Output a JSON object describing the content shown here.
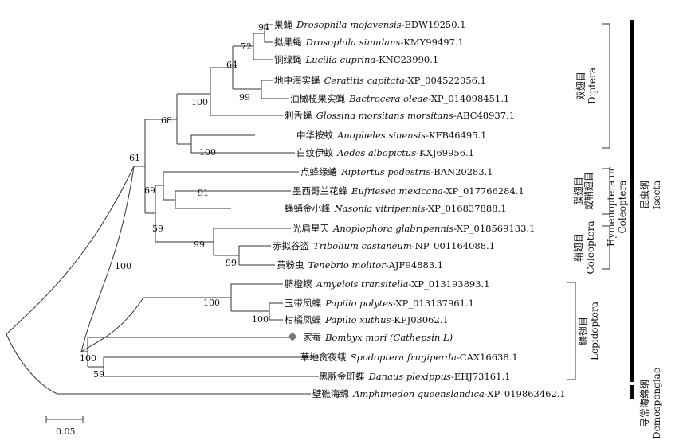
{
  "chart_data": {
    "type": "tree",
    "scale_bar": {
      "label": "0.05"
    },
    "leaves": [
      {
        "cn": "果蝇",
        "sp": "Drosophila mojavensis",
        "acc": "-EDW19250.1"
      },
      {
        "cn": "拟果蝇",
        "sp": "Drosophila simulans",
        "acc": "-KMY99497.1"
      },
      {
        "cn": "铜绿蝇",
        "sp": "Lucilia cuprina",
        "acc": "-KNC23990.1"
      },
      {
        "cn": "地中海实蝇",
        "sp": "Ceratitis capitata",
        "acc": "-XP_004522056.1"
      },
      {
        "cn": "油橄榄果实蝇",
        "sp": "Bactrocera oleae",
        "acc": "-XP_014098451.1"
      },
      {
        "cn": "刺舌蝇",
        "sp": "Glossina morsitans morsitans",
        "acc": "-ABC48937.1"
      },
      {
        "cn": "中华按蚊",
        "sp": "Anopheles sinensis",
        "acc": "-KFB46495.1"
      },
      {
        "cn": "白纹伊蚊",
        "sp": "Aedes albopictus",
        "acc": "-KXJ69956.1"
      },
      {
        "cn": "点蜂缘蝽",
        "sp": "Riptortus pedestris",
        "acc": "-BAN20283.1"
      },
      {
        "cn": "墨西哥兰花蜂",
        "sp": "Eufriesea mexicana",
        "acc": "-XP_017766284.1"
      },
      {
        "cn": "蝇蛹金小峰",
        "sp": "Nasonia vitripennis",
        "acc": "-XP_016837888.1"
      },
      {
        "cn": "光肩星天",
        "sp": "Anoplophora glabripennis",
        "acc": "-XP_018569133.1"
      },
      {
        "cn": "赤拟谷盗",
        "sp": "Tribolium castaneum",
        "acc": "-NP_001164088.1"
      },
      {
        "cn": "黄粉虫",
        "sp": "Tenebrio molitor",
        "acc": "-AJF94883.1"
      },
      {
        "cn": "脐橙螟",
        "sp": "Amyelois transitella",
        "acc": "-XP_013193893.1"
      },
      {
        "cn": "玉带凤蝶",
        "sp": "Papilio polytes",
        "acc": "-XP_013137961.1"
      },
      {
        "cn": "柑橘凤蝶",
        "sp": "Papilio xuthus",
        "acc": "-KPJ03062.1"
      },
      {
        "cn": "家蚕",
        "sp": "Bombyx mori (Cathepsin L)",
        "acc": "",
        "highlight": true
      },
      {
        "cn": "草地贪夜蛾",
        "sp": "Spodoptera frugiperda",
        "acc": "-CAX16638.1"
      },
      {
        "cn": "黑脉金斑蝶",
        "sp": "Danaus plexippus",
        "acc": "-EHJ73161.1"
      },
      {
        "cn": "壁礁海绵",
        "sp": "Amphimedon queenslandica",
        "acc": "-XP_019863462.1"
      }
    ],
    "bootstrap": [
      "94",
      "72",
      "64",
      "99",
      "100",
      "68",
      "100",
      "61",
      "91",
      "69",
      "59",
      "99",
      "99",
      "100",
      "100",
      "100",
      "100",
      "59"
    ],
    "groups": [
      {
        "cn": "双翅目",
        "en": "Diptera"
      },
      {
        "cn": "膜翅目",
        "cn2": "或鞘翅目",
        "en": "Hymenoptera or",
        "en2": "Coleoptera"
      },
      {
        "cn": "鞘翅目",
        "en": "Coleoptera"
      },
      {
        "cn": "鳞翅目",
        "en": "Lepidoptera"
      },
      {
        "cn": "昆虫纲",
        "en": "Isecta"
      },
      {
        "cn": "寻常海绵纲",
        "en": "Demospongiae"
      }
    ]
  }
}
